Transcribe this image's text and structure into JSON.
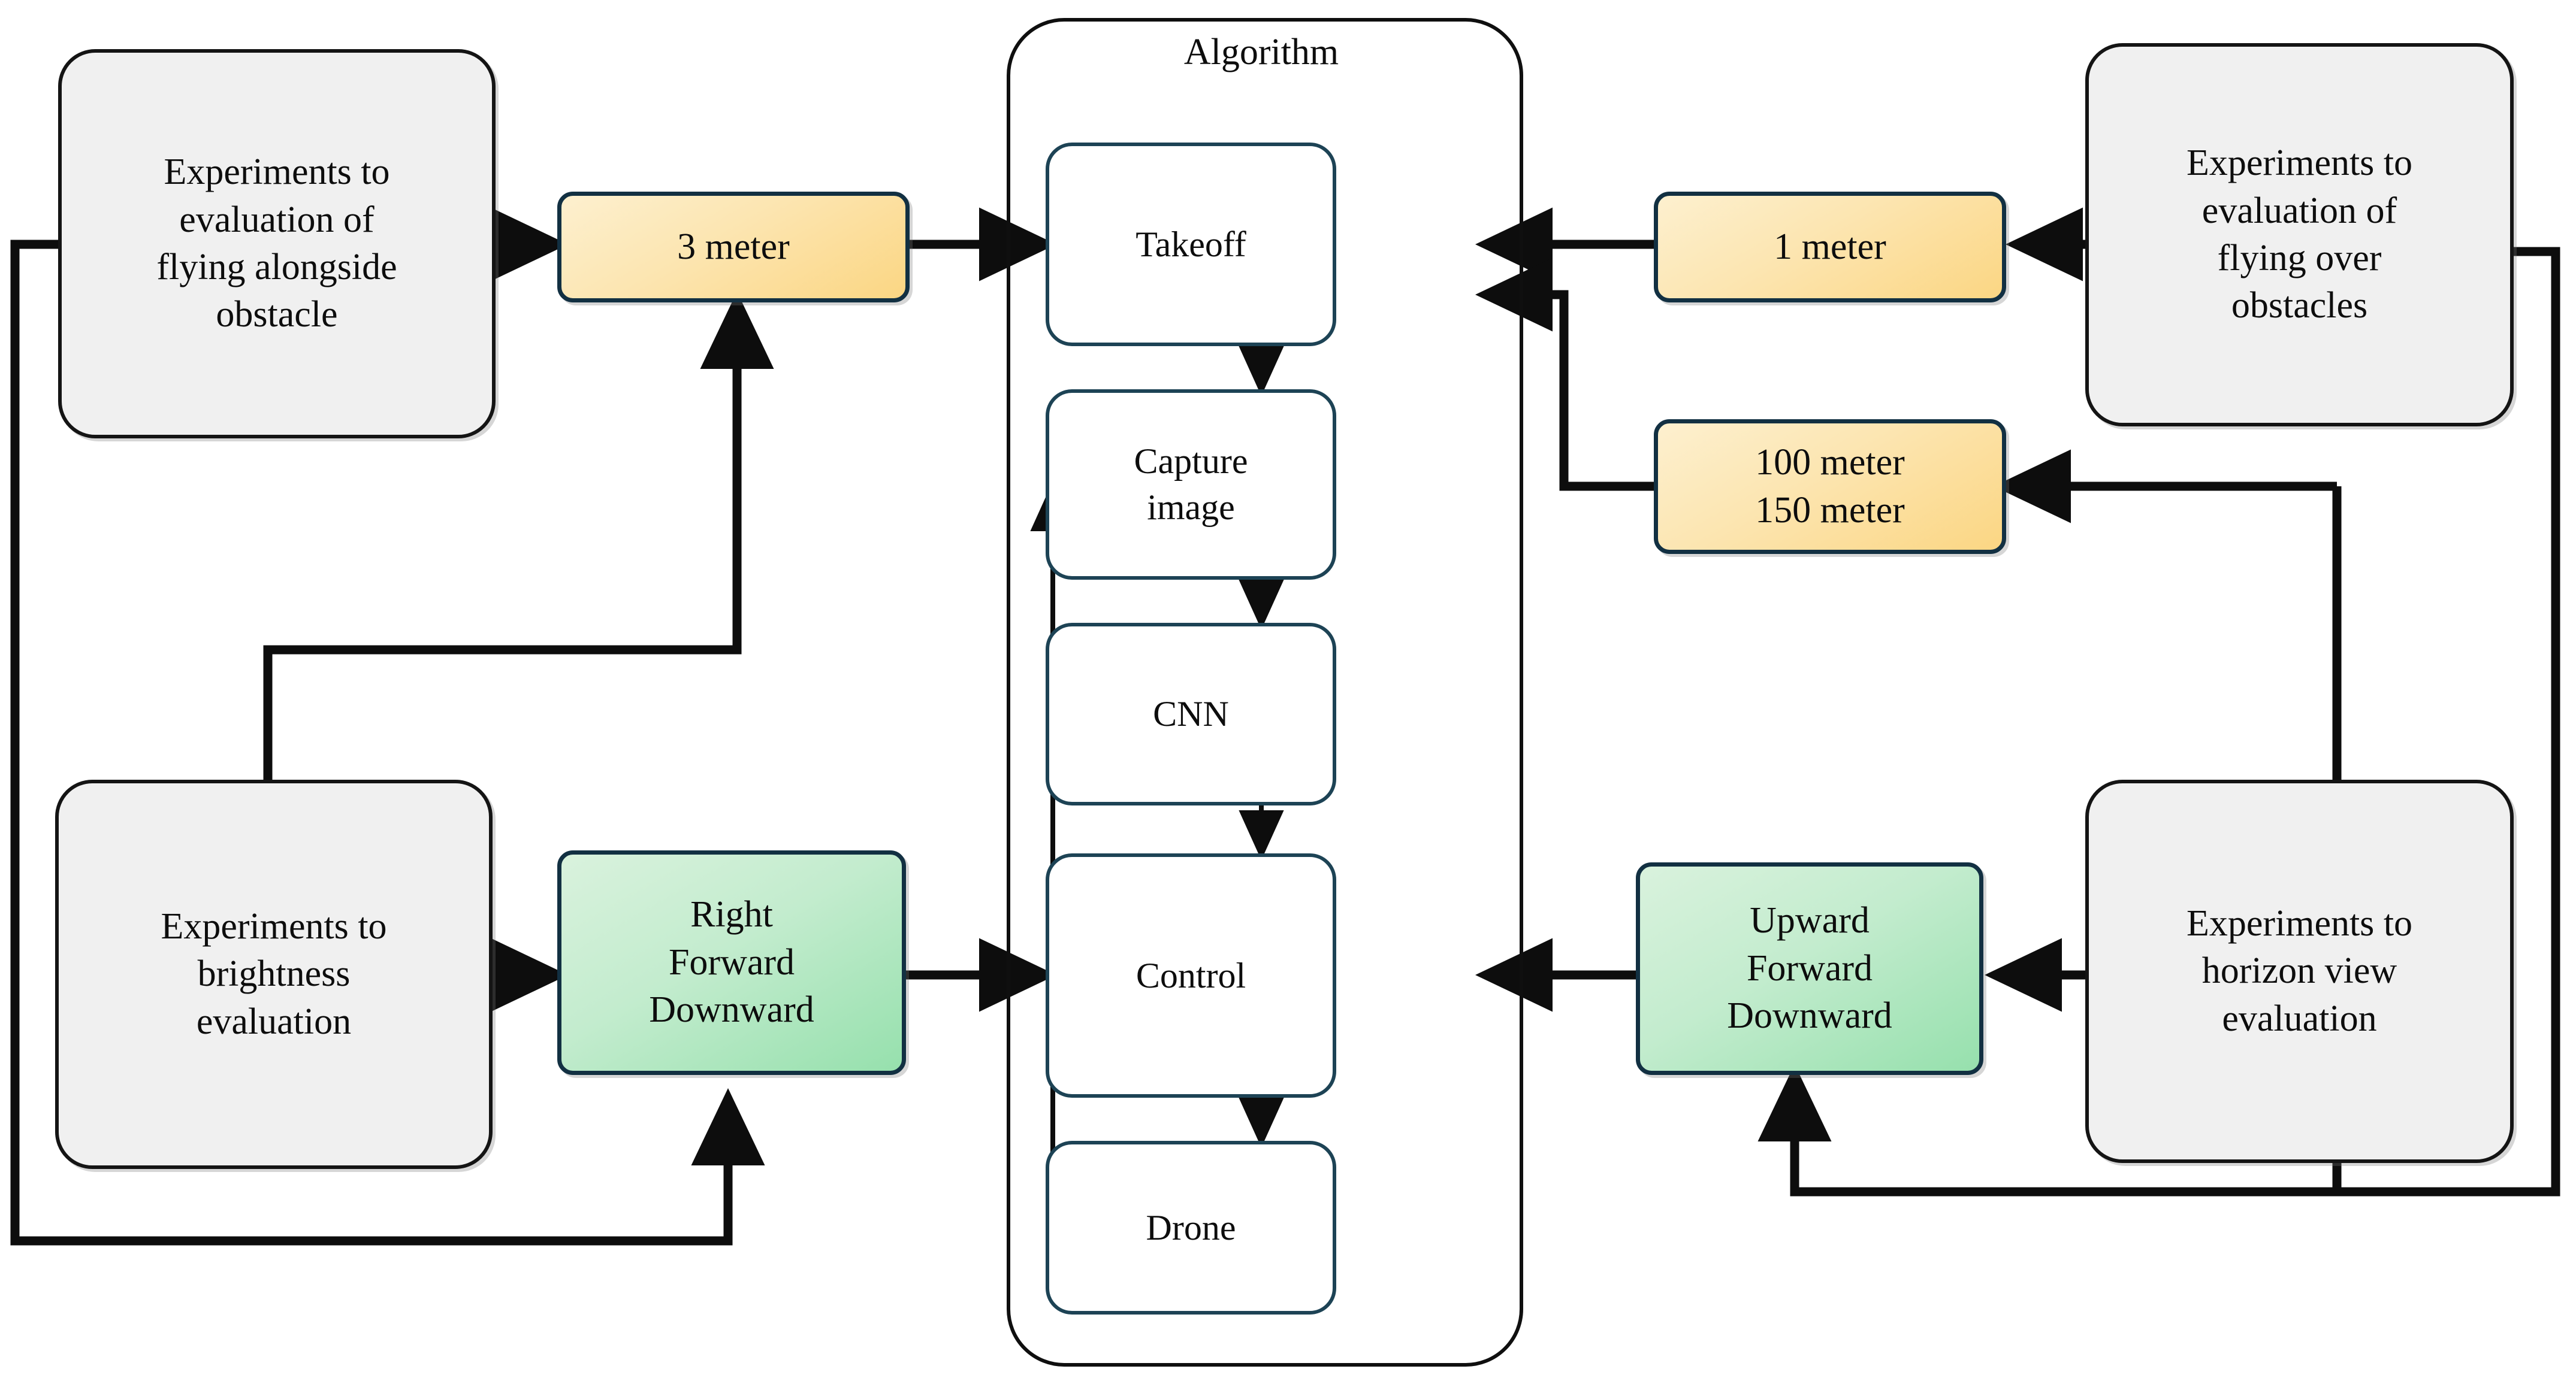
{
  "diagram": {
    "title": "Drone experiment and algorithm flowchart",
    "colors": {
      "experiment_fill": "#f0f0f0",
      "experiment_border": "#141414",
      "parameter_fill": "#fbd683",
      "parameter_border": "#123042",
      "direction_fill": "#96e0ad",
      "direction_border": "#123042",
      "algorithm_border": "#1d4355",
      "container_border": "#0f0f0f",
      "wire": "#0d0d0d"
    },
    "algorithm_container": {
      "label": "Algorithm"
    },
    "algorithm_steps": [
      {
        "id": "takeoff",
        "label": "Takeoff"
      },
      {
        "id": "capture",
        "label": "Capture\nimage"
      },
      {
        "id": "cnn",
        "label": "CNN"
      },
      {
        "id": "control",
        "label": "Control"
      },
      {
        "id": "drone",
        "label": "Drone"
      }
    ],
    "experiments": [
      {
        "id": "exp-alongside",
        "label": "Experiments to\nevaluation of\nflying alongside\nobstacle",
        "side": "left"
      },
      {
        "id": "exp-brightness",
        "label": "Experiments to\nbrightness\nevaluation",
        "side": "left"
      },
      {
        "id": "exp-over",
        "label": "Experiments to\nevaluation of\nflying over\nobstacles",
        "side": "right"
      },
      {
        "id": "exp-horizon",
        "label": "Experiments to\nhorizon view\nevaluation",
        "side": "right"
      }
    ],
    "parameters": [
      {
        "id": "param-3m",
        "label": "3 meter",
        "side": "left"
      },
      {
        "id": "param-1m",
        "label": "1 meter",
        "side": "right"
      },
      {
        "id": "param-100-150m",
        "label": "100 meter\n150 meter",
        "side": "right"
      }
    ],
    "directions": [
      {
        "id": "dir-right",
        "label": "Right\nForward\nDownward",
        "side": "left"
      },
      {
        "id": "dir-upward",
        "label": "Upward\nForward\nDownward",
        "side": "right"
      }
    ],
    "edges": [
      {
        "from": "exp-alongside",
        "to": "param-3m"
      },
      {
        "from": "param-3m",
        "to": "takeoff"
      },
      {
        "from": "exp-brightness",
        "to": "param-3m"
      },
      {
        "from": "exp-brightness",
        "to": "dir-right"
      },
      {
        "from": "dir-right",
        "to": "control"
      },
      {
        "from": "exp-over",
        "to": "param-1m"
      },
      {
        "from": "param-1m",
        "to": "takeoff"
      },
      {
        "from": "exp-over",
        "to": "param-100-150m"
      },
      {
        "from": "param-100-150m",
        "to": "takeoff"
      },
      {
        "from": "exp-horizon",
        "to": "dir-upward"
      },
      {
        "from": "dir-upward",
        "to": "control"
      },
      {
        "from": "exp-horizon",
        "to": "dir-upward"
      },
      {
        "from": "takeoff",
        "to": "capture"
      },
      {
        "from": "capture",
        "to": "cnn"
      },
      {
        "from": "cnn",
        "to": "control"
      },
      {
        "from": "control",
        "to": "drone"
      },
      {
        "from": "drone",
        "to": "capture"
      },
      {
        "from": "exp-alongside",
        "to": "dir-right"
      }
    ]
  }
}
